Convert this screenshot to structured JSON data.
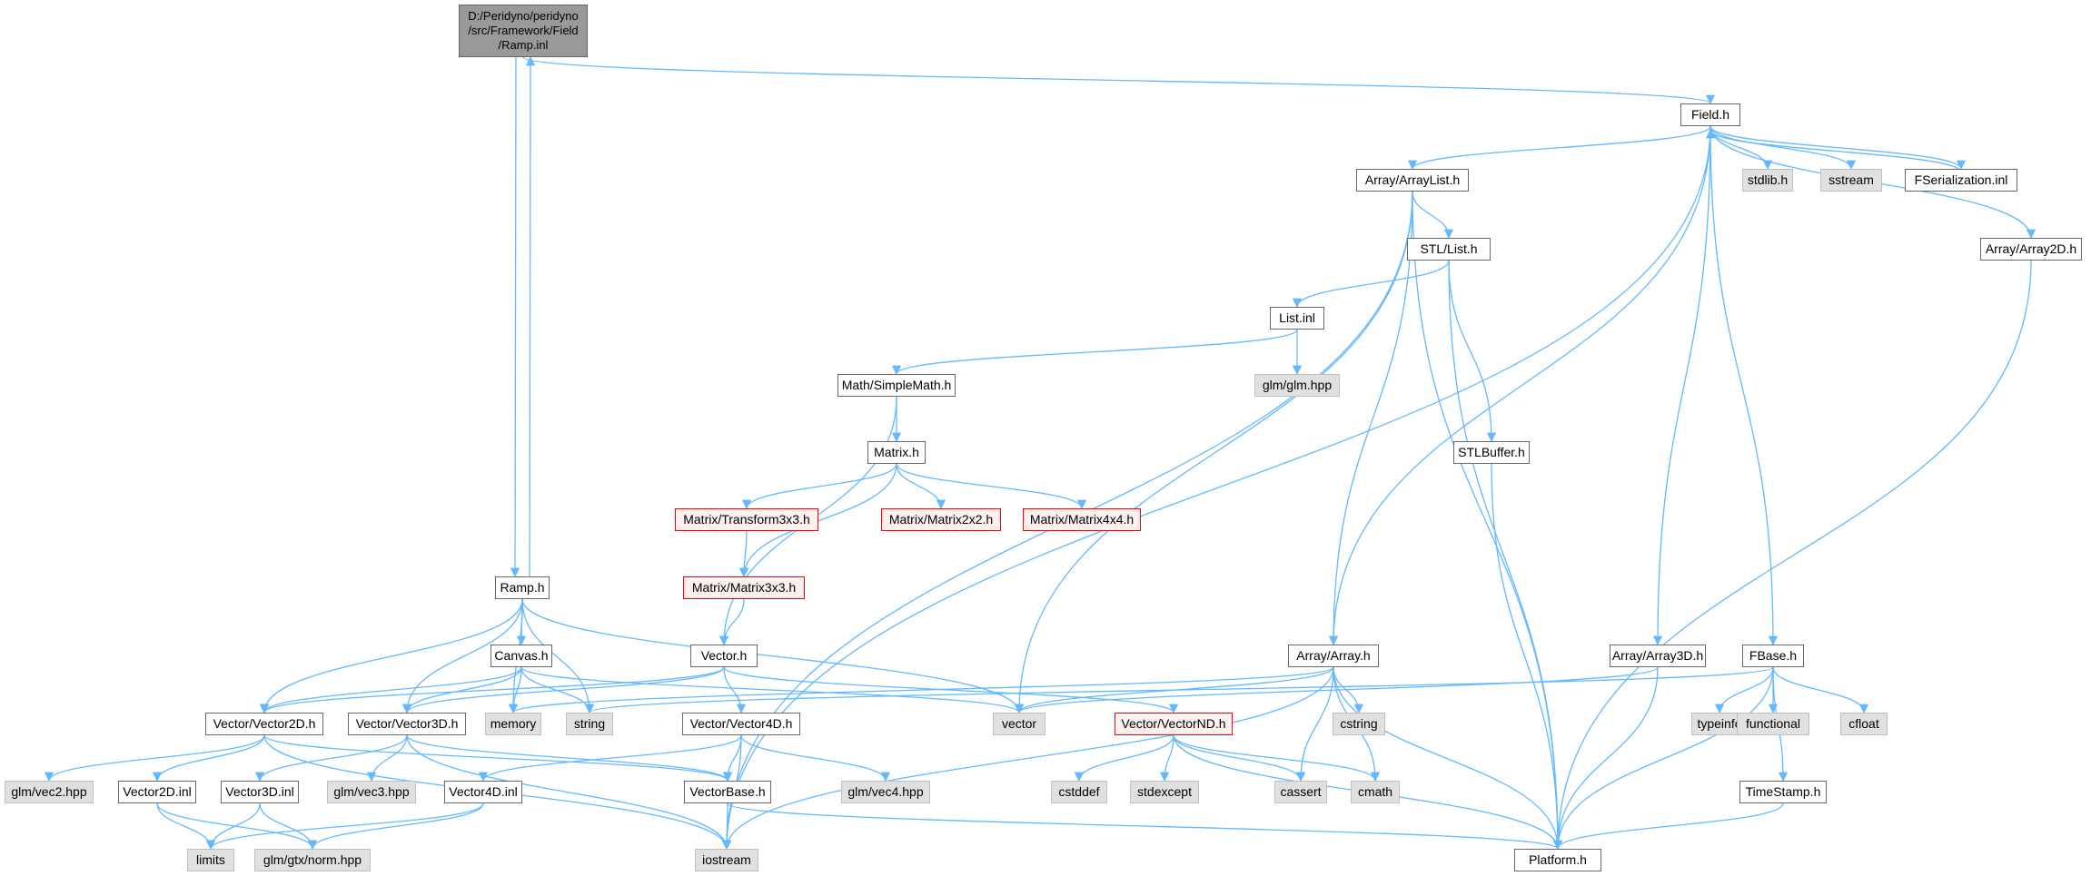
{
  "root": {
    "lines": [
      "D:/Peridyno/peridyno",
      "/src/Framework/Field",
      "/Ramp.inl"
    ]
  },
  "nodes": [
    {
      "id": "field_h",
      "label": "Field.h",
      "kind": "normal"
    },
    {
      "id": "arraylist_h",
      "label": "Array/ArrayList.h",
      "kind": "normal"
    },
    {
      "id": "stdlib_h",
      "label": "stdlib.h",
      "kind": "sys"
    },
    {
      "id": "sstream",
      "label": "sstream",
      "kind": "sys"
    },
    {
      "id": "fserialization_inl",
      "label": "FSerialization.inl",
      "kind": "normal"
    },
    {
      "id": "array2d_h",
      "label": "Array/Array2D.h",
      "kind": "normal"
    },
    {
      "id": "stl_list_h",
      "label": "STL/List.h",
      "kind": "normal"
    },
    {
      "id": "list_inl",
      "label": "List.inl",
      "kind": "normal"
    },
    {
      "id": "glm_hpp",
      "label": "glm/glm.hpp",
      "kind": "sys"
    },
    {
      "id": "simplemath_h",
      "label": "Math/SimpleMath.h",
      "kind": "normal"
    },
    {
      "id": "stlbuffer_h",
      "label": "STLBuffer.h",
      "kind": "normal"
    },
    {
      "id": "matrix_h",
      "label": "Matrix.h",
      "kind": "normal"
    },
    {
      "id": "transform3x3_h",
      "label": "Matrix/Transform3x3.h",
      "kind": "trunc"
    },
    {
      "id": "matrix2x2_h",
      "label": "Matrix/Matrix2x2.h",
      "kind": "trunc"
    },
    {
      "id": "matrix4x4_h",
      "label": "Matrix/Matrix4x4.h",
      "kind": "trunc"
    },
    {
      "id": "matrix3x3_h",
      "label": "Matrix/Matrix3x3.h",
      "kind": "trunc"
    },
    {
      "id": "ramp_h",
      "label": "Ramp.h",
      "kind": "normal"
    },
    {
      "id": "canvas_h",
      "label": "Canvas.h",
      "kind": "normal"
    },
    {
      "id": "vector_h",
      "label": "Vector.h",
      "kind": "normal"
    },
    {
      "id": "array_h",
      "label": "Array/Array.h",
      "kind": "normal"
    },
    {
      "id": "array3d_h",
      "label": "Array/Array3D.h",
      "kind": "normal"
    },
    {
      "id": "fbase_h",
      "label": "FBase.h",
      "kind": "normal"
    },
    {
      "id": "vector2d_h",
      "label": "Vector/Vector2D.h",
      "kind": "normal"
    },
    {
      "id": "vector3d_h",
      "label": "Vector/Vector3D.h",
      "kind": "normal"
    },
    {
      "id": "memory",
      "label": "memory",
      "kind": "sys"
    },
    {
      "id": "string",
      "label": "string",
      "kind": "sys"
    },
    {
      "id": "vector4d_h",
      "label": "Vector/Vector4D.h",
      "kind": "normal"
    },
    {
      "id": "vector",
      "label": "vector",
      "kind": "sys"
    },
    {
      "id": "vectornd_h",
      "label": "Vector/VectorND.h",
      "kind": "trunc"
    },
    {
      "id": "cstring",
      "label": "cstring",
      "kind": "sys"
    },
    {
      "id": "typeinfo",
      "label": "typeinfo",
      "kind": "sys"
    },
    {
      "id": "functional",
      "label": "functional",
      "kind": "sys"
    },
    {
      "id": "cfloat",
      "label": "cfloat",
      "kind": "sys"
    },
    {
      "id": "glm_vec2_hpp",
      "label": "glm/vec2.hpp",
      "kind": "sys"
    },
    {
      "id": "vector2d_inl",
      "label": "Vector2D.inl",
      "kind": "normal"
    },
    {
      "id": "vector3d_inl",
      "label": "Vector3D.inl",
      "kind": "normal"
    },
    {
      "id": "glm_vec3_hpp",
      "label": "glm/vec3.hpp",
      "kind": "sys"
    },
    {
      "id": "vectorbase_h",
      "label": "VectorBase.h",
      "kind": "normal"
    },
    {
      "id": "glm_vec4_hpp",
      "label": "glm/vec4.hpp",
      "kind": "sys"
    },
    {
      "id": "vector4d_inl",
      "label": "Vector4D.inl",
      "kind": "normal"
    },
    {
      "id": "cstddef",
      "label": "cstddef",
      "kind": "sys"
    },
    {
      "id": "stdexcept",
      "label": "stdexcept",
      "kind": "sys"
    },
    {
      "id": "cassert",
      "label": "cassert",
      "kind": "sys"
    },
    {
      "id": "cmath",
      "label": "cmath",
      "kind": "sys"
    },
    {
      "id": "timestamp_h",
      "label": "TimeStamp.h",
      "kind": "normal"
    },
    {
      "id": "limits",
      "label": "limits",
      "kind": "sys"
    },
    {
      "id": "glm_gtx_norm_hpp",
      "label": "glm/gtx/norm.hpp",
      "kind": "sys"
    },
    {
      "id": "iostream",
      "label": "iostream",
      "kind": "sys"
    },
    {
      "id": "platform_h",
      "label": "Platform.h",
      "kind": "normal"
    }
  ],
  "edges": [
    [
      "root",
      "field_h"
    ],
    [
      "root",
      "ramp_h"
    ],
    [
      "ramp_h",
      "root"
    ],
    [
      "field_h",
      "arraylist_h"
    ],
    [
      "field_h",
      "stdlib_h"
    ],
    [
      "field_h",
      "sstream"
    ],
    [
      "field_h",
      "fserialization_inl"
    ],
    [
      "fserialization_inl",
      "field_h"
    ],
    [
      "field_h",
      "array2d_h"
    ],
    [
      "field_h",
      "iostream"
    ],
    [
      "field_h",
      "array_h"
    ],
    [
      "field_h",
      "array3d_h"
    ],
    [
      "field_h",
      "fbase_h"
    ],
    [
      "arraylist_h",
      "stl_list_h"
    ],
    [
      "arraylist_h",
      "iostream"
    ],
    [
      "arraylist_h",
      "vector"
    ],
    [
      "arraylist_h",
      "array_h"
    ],
    [
      "arraylist_h",
      "platform_h"
    ],
    [
      "stl_list_h",
      "list_inl"
    ],
    [
      "stl_list_h",
      "stlbuffer_h"
    ],
    [
      "stl_list_h",
      "platform_h"
    ],
    [
      "list_inl",
      "glm_hpp"
    ],
    [
      "list_inl",
      "simplemath_h"
    ],
    [
      "simplemath_h",
      "matrix_h"
    ],
    [
      "simplemath_h",
      "vector_h"
    ],
    [
      "matrix_h",
      "transform3x3_h"
    ],
    [
      "matrix_h",
      "matrix2x2_h"
    ],
    [
      "matrix_h",
      "matrix4x4_h"
    ],
    [
      "matrix_h",
      "matrix3x3_h"
    ],
    [
      "transform3x3_h",
      "matrix3x3_h"
    ],
    [
      "matrix3x3_h",
      "vector_h"
    ],
    [
      "stlbuffer_h",
      "platform_h"
    ],
    [
      "array2d_h",
      "platform_h"
    ],
    [
      "ramp_h",
      "canvas_h"
    ],
    [
      "ramp_h",
      "vector2d_h"
    ],
    [
      "ramp_h",
      "vector3d_h"
    ],
    [
      "ramp_h",
      "memory"
    ],
    [
      "ramp_h",
      "string"
    ],
    [
      "ramp_h",
      "vector"
    ],
    [
      "canvas_h",
      "vector2d_h"
    ],
    [
      "canvas_h",
      "vector3d_h"
    ],
    [
      "canvas_h",
      "memory"
    ],
    [
      "canvas_h",
      "string"
    ],
    [
      "canvas_h",
      "vector"
    ],
    [
      "vector_h",
      "vector2d_h"
    ],
    [
      "vector_h",
      "vector3d_h"
    ],
    [
      "vector_h",
      "vector4d_h"
    ],
    [
      "vector_h",
      "vectornd_h"
    ],
    [
      "array_h",
      "memory"
    ],
    [
      "array_h",
      "vector"
    ],
    [
      "array_h",
      "iostream"
    ],
    [
      "array_h",
      "cstring"
    ],
    [
      "array_h",
      "cassert"
    ],
    [
      "array_h",
      "cmath"
    ],
    [
      "array_h",
      "platform_h"
    ],
    [
      "array3d_h",
      "vector"
    ],
    [
      "array3d_h",
      "platform_h"
    ],
    [
      "fbase_h",
      "string"
    ],
    [
      "fbase_h",
      "typeinfo"
    ],
    [
      "fbase_h",
      "functional"
    ],
    [
      "fbase_h",
      "cfloat"
    ],
    [
      "fbase_h",
      "timestamp_h"
    ],
    [
      "fbase_h",
      "platform_h"
    ],
    [
      "vector2d_h",
      "glm_vec2_hpp"
    ],
    [
      "vector2d_h",
      "vector2d_inl"
    ],
    [
      "vector2d_h",
      "vectorbase_h"
    ],
    [
      "vector2d_h",
      "iostream"
    ],
    [
      "vector3d_h",
      "vector3d_inl"
    ],
    [
      "vector3d_h",
      "glm_vec3_hpp"
    ],
    [
      "vector3d_h",
      "vectorbase_h"
    ],
    [
      "vector3d_h",
      "iostream"
    ],
    [
      "vector4d_h",
      "vector4d_inl"
    ],
    [
      "vector4d_h",
      "vectorbase_h"
    ],
    [
      "vector4d_h",
      "glm_vec4_hpp"
    ],
    [
      "vector4d_h",
      "iostream"
    ],
    [
      "vectornd_h",
      "cstddef"
    ],
    [
      "vectornd_h",
      "stdexcept"
    ],
    [
      "vectornd_h",
      "cassert"
    ],
    [
      "vectornd_h",
      "cmath"
    ],
    [
      "vectornd_h",
      "platform_h"
    ],
    [
      "vector2d_inl",
      "limits"
    ],
    [
      "vector2d_inl",
      "glm_gtx_norm_hpp"
    ],
    [
      "vector3d_inl",
      "limits"
    ],
    [
      "vector3d_inl",
      "glm_gtx_norm_hpp"
    ],
    [
      "vector4d_inl",
      "limits"
    ],
    [
      "vector4d_inl",
      "glm_gtx_norm_hpp"
    ],
    [
      "vectorbase_h",
      "iostream"
    ],
    [
      "vectorbase_h",
      "platform_h"
    ],
    [
      "timestamp_h",
      "platform_h"
    ]
  ],
  "colors": {
    "edge": "#63b8ff",
    "node_border": "#666666",
    "sys_fill": "#e0e0e0",
    "trunc_border": "#ff0000",
    "root_fill": "#999999"
  }
}
